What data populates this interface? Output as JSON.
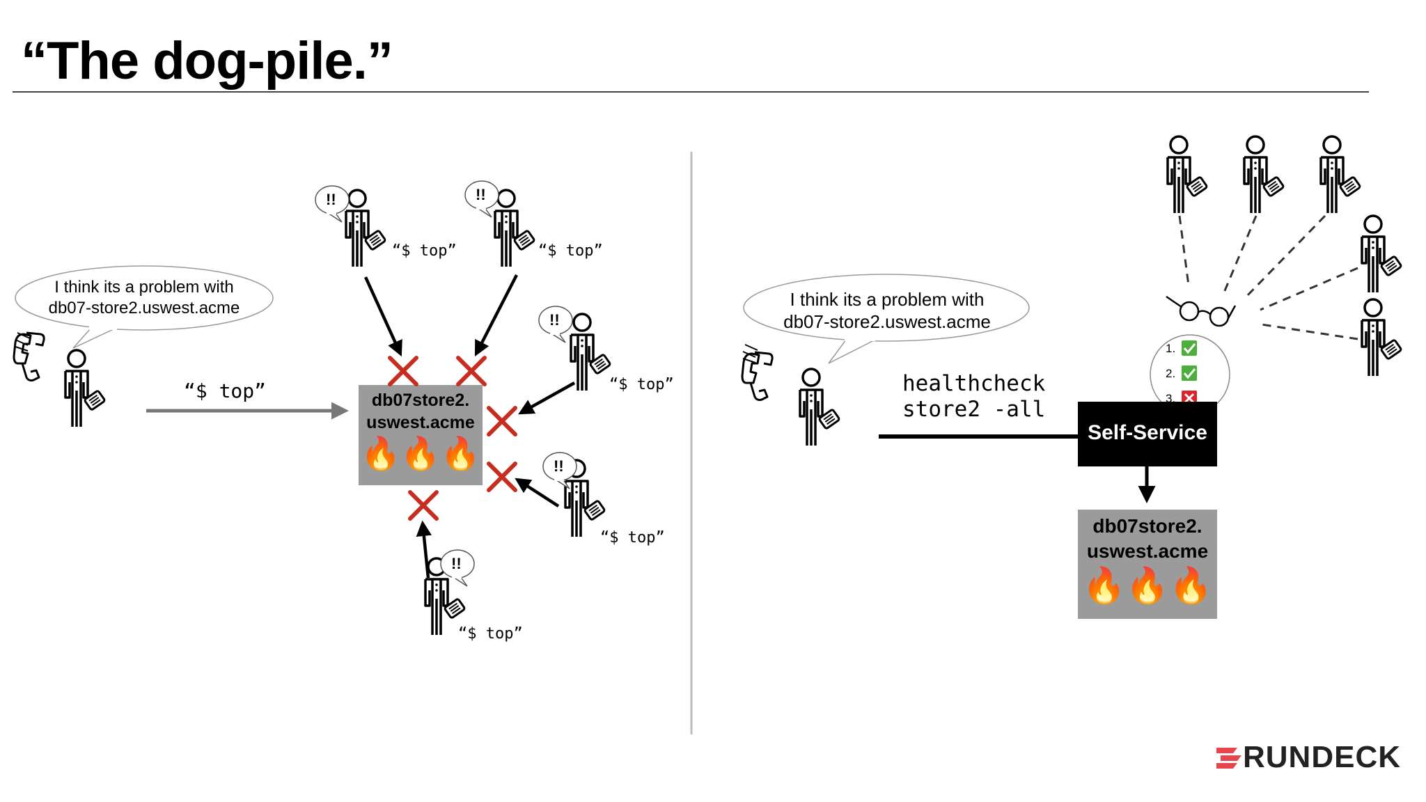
{
  "slide": {
    "title": "“The dog-pile.”"
  },
  "left": {
    "bubble_line1": "I think its a problem with",
    "bubble_line2": "db07-store2.uswest.acme",
    "main_command": "“$ top”",
    "server_line1": "db07store2.",
    "server_line2": "uswest.acme",
    "flames": "🔥🔥🔥",
    "alarm": "!!",
    "crowd_command": "“$ top”"
  },
  "right": {
    "bubble_line1": "I think its a problem with",
    "bubble_line2": "db07-store2.uswest.acme",
    "healthcheck_line1": "healthcheck",
    "healthcheck_line2": "store2 -all",
    "self_service": "Self-Service",
    "checks": [
      "1.",
      "2.",
      "3."
    ],
    "server_line1": "db07store2.",
    "server_line2": "uswest.acme",
    "flames": "🔥🔥🔥"
  },
  "logo": {
    "text": "RUNDECK",
    "accent": "#e8444d"
  },
  "colors": {
    "x_mark": "#c62d1f",
    "server_fill": "#9b9b9b",
    "ok": "#4caf3a",
    "fail": "#d8262a",
    "arrow_gray": "#777777"
  }
}
